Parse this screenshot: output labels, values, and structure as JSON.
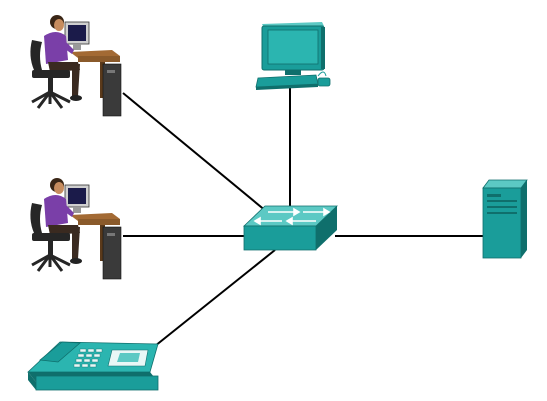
{
  "diagram": {
    "devices": [
      {
        "id": "pc-user-1",
        "kind": "user-workstation",
        "icon": "person-at-desk-icon"
      },
      {
        "id": "pc-user-2",
        "kind": "user-workstation",
        "icon": "person-at-desk-icon"
      },
      {
        "id": "terminal",
        "kind": "computer-terminal",
        "icon": "monitor-keyboard-icon"
      },
      {
        "id": "switch",
        "kind": "network-switch",
        "icon": "switch-icon"
      },
      {
        "id": "server",
        "kind": "server",
        "icon": "server-tower-icon"
      },
      {
        "id": "ip-phone",
        "kind": "ip-phone",
        "icon": "phone-icon"
      }
    ],
    "links": [
      {
        "from": "pc-user-1",
        "to": "switch"
      },
      {
        "from": "pc-user-2",
        "to": "switch"
      },
      {
        "from": "terminal",
        "to": "switch"
      },
      {
        "from": "server",
        "to": "switch"
      },
      {
        "from": "ip-phone",
        "to": "switch"
      }
    ]
  },
  "colors": {
    "device_teal": "#1a9d9a",
    "device_teal_dark": "#0f6f6c",
    "device_teal_light": "#5cc9c4",
    "person_shirt": "#7a3fa8",
    "chair": "#262626",
    "desk_wood": "#8a5a2b",
    "link_line": "#000000"
  }
}
